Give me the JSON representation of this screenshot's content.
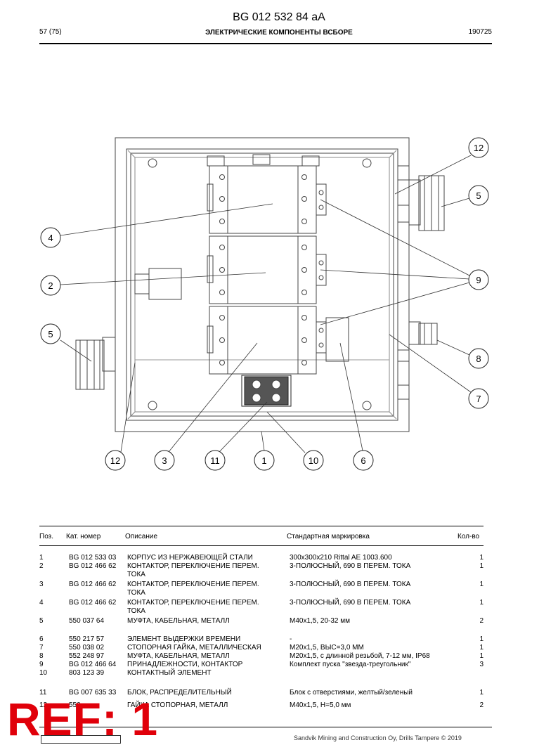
{
  "header": {
    "doc_number": "BG 012 532 84 aA",
    "page": "57 (75)",
    "section_title": "ЭЛЕКТРИЧЕСКИЕ КОМПОНЕНТЫ ВСБОРЕ",
    "date": "190725"
  },
  "callouts": {
    "c12_top": "12",
    "c5_right": "5",
    "c4": "4",
    "c9": "9",
    "c2": "2",
    "c5_left": "5",
    "c8": "8",
    "c7": "7",
    "c12_bottom": "12",
    "c3": "3",
    "c11": "11",
    "c1": "1",
    "c10": "10",
    "c6": "6"
  },
  "table": {
    "headers": {
      "pos": "Поз.",
      "cat": "Кат. номер",
      "desc": "Описание",
      "std": "Стандартная маркировка",
      "qty": "Кол-во"
    },
    "rows": [
      {
        "pos": "1",
        "cat": "BG 012 533 03",
        "desc": "КОРПУС ИЗ НЕРЖАВЕЮЩЕЙ СТАЛИ",
        "desc2": "",
        "std": "300x300x210 Rittal AE 1003.600",
        "qty": "1"
      },
      {
        "pos": "2",
        "cat": "BG 012 466 62",
        "desc": "КОНТАКТОР, ПЕРЕКЛЮЧЕНИЕ ПЕРЕМ.",
        "desc2": "ТОКА",
        "std": "3-ПОЛЮСНЫЙ, 690 В ПЕРЕМ. ТОКА",
        "qty": "1"
      },
      {
        "pos": "3",
        "cat": "BG 012 466 62",
        "desc": "КОНТАКТОР, ПЕРЕКЛЮЧЕНИЕ ПЕРЕМ.",
        "desc2": "ТОКА",
        "std": "3-ПОЛЮСНЫЙ, 690 В ПЕРЕМ. ТОКА",
        "qty": "1"
      },
      {
        "pos": "4",
        "cat": "BG 012 466 62",
        "desc": "КОНТАКТОР, ПЕРЕКЛЮЧЕНИЕ ПЕРЕМ.",
        "desc2": "ТОКА",
        "std": "3-ПОЛЮСНЫЙ, 690 В ПЕРЕМ. ТОКА",
        "qty": "1"
      },
      {
        "pos": "5",
        "cat": "550 037 64",
        "desc": "МУФТА, КАБЕЛЬНАЯ, МЕТАЛЛ",
        "desc2": "",
        "std": "M40x1,5, 20-32 мм",
        "qty": "2"
      },
      {
        "pos": "6",
        "cat": "550 217 57",
        "desc": "ЭЛЕМЕНТ ВЫДЕРЖКИ ВРЕМЕНИ",
        "desc2": "",
        "std": "-",
        "qty": "1"
      },
      {
        "pos": "7",
        "cat": "550 038 02",
        "desc": "СТОПОРНАЯ ГАЙКА, МЕТАЛЛИЧЕСКАЯ",
        "desc2": "",
        "std": "M20x1,5, ВЫС=3,0 ММ",
        "qty": "1"
      },
      {
        "pos": "8",
        "cat": "552 248 97",
        "desc": "МУФТА, КАБЕЛЬНАЯ, МЕТАЛЛ",
        "desc2": "",
        "std": "M20x1,5, с длинной резьбой, 7-12 мм, IP68",
        "qty": "1"
      },
      {
        "pos": "9",
        "cat": "BG 012 466 64",
        "desc": "ПРИНАДЛЕЖНОСТИ, КОНТАКТОР",
        "desc2": "",
        "std": "Комплект пуска \"звезда-треугольник\"",
        "qty": "3"
      },
      {
        "pos": "10",
        "cat": "803 123 39",
        "desc": "КОНТАКТНЫЙ ЭЛЕМЕНТ",
        "desc2": "",
        "std": "",
        "qty": ""
      },
      {
        "pos": "11",
        "cat": "BG 007 635 33",
        "desc": "БЛОК, РАСПРЕДЕЛИТЕЛЬНЫЙ",
        "desc2": "",
        "std": "Блок с отверстиями, желтый/зеленый",
        "qty": "1"
      },
      {
        "pos": "12",
        "cat": "550 ...",
        "desc": "ГАЙКА СТОПОРНАЯ, МЕТАЛЛ",
        "desc2": "",
        "std": "M40x1,5, H=5,0 мм",
        "qty": "2"
      }
    ]
  },
  "stamp": {
    "text": "REF: 1",
    "color": "#e0000a"
  },
  "footer": {
    "copyright": "Sandvik Mining and Construction Oy, Drills Tampere © 2019"
  }
}
